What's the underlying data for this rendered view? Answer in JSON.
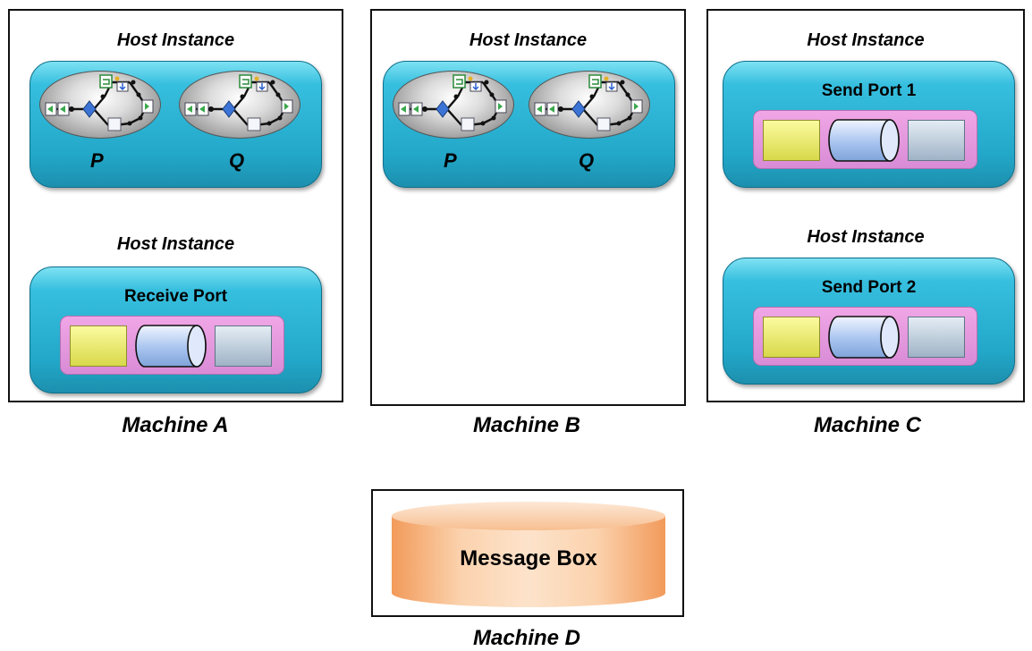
{
  "machines": {
    "a": {
      "label": "Machine A",
      "hosts": [
        {
          "label": "Host Instance",
          "orchestrations": [
            "P",
            "Q"
          ]
        },
        {
          "label": "Host Instance",
          "port_label": "Receive Port"
        }
      ]
    },
    "b": {
      "label": "Machine B",
      "hosts": [
        {
          "label": "Host Instance",
          "orchestrations": [
            "P",
            "Q"
          ]
        }
      ]
    },
    "c": {
      "label": "Machine C",
      "hosts": [
        {
          "label": "Host Instance",
          "port_label": "Send Port 1"
        },
        {
          "label": "Host Instance",
          "port_label": "Send Port 2"
        }
      ]
    },
    "d": {
      "label": "Machine D",
      "database_label": "Message Box"
    }
  },
  "colors": {
    "host_fill": "#2fb7d8",
    "pipeline_fill": "#e49ce0",
    "adapter_fill": "#f2f27a",
    "map_fill": "#b9c8d6",
    "message_box_fill": "#f8be8c"
  }
}
